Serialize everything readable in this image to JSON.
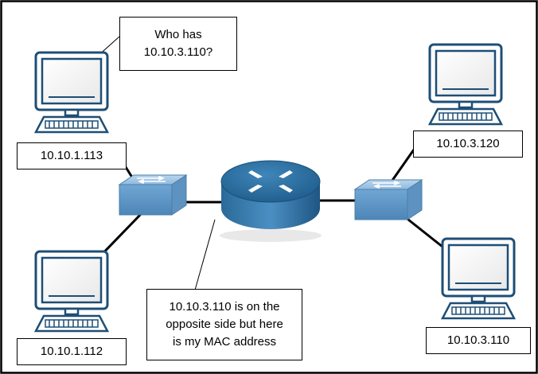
{
  "hosts": [
    {
      "id": "pc-top-left",
      "label": "10.10.1.113"
    },
    {
      "id": "pc-bottom-left",
      "label": "10.10.1.112"
    },
    {
      "id": "pc-top-right",
      "label": "10.10.3.120"
    },
    {
      "id": "pc-bottom-right",
      "label": "10.10.3.110"
    }
  ],
  "callouts": {
    "arp_request_line1": "Who has",
    "arp_request_line2": "10.10.3.110?",
    "proxy_reply_line1": "10.10.3.110 is on the",
    "proxy_reply_line2": "opposite side but here",
    "proxy_reply_line3": "is my MAC address"
  },
  "icons": {
    "computer": "computer-icon",
    "switch": "switch-icon",
    "router": "router-icon"
  },
  "colors": {
    "device_fill": "#6a9fcb",
    "device_dark": "#3d6f99",
    "link": "#000000",
    "frame": "#000000"
  }
}
